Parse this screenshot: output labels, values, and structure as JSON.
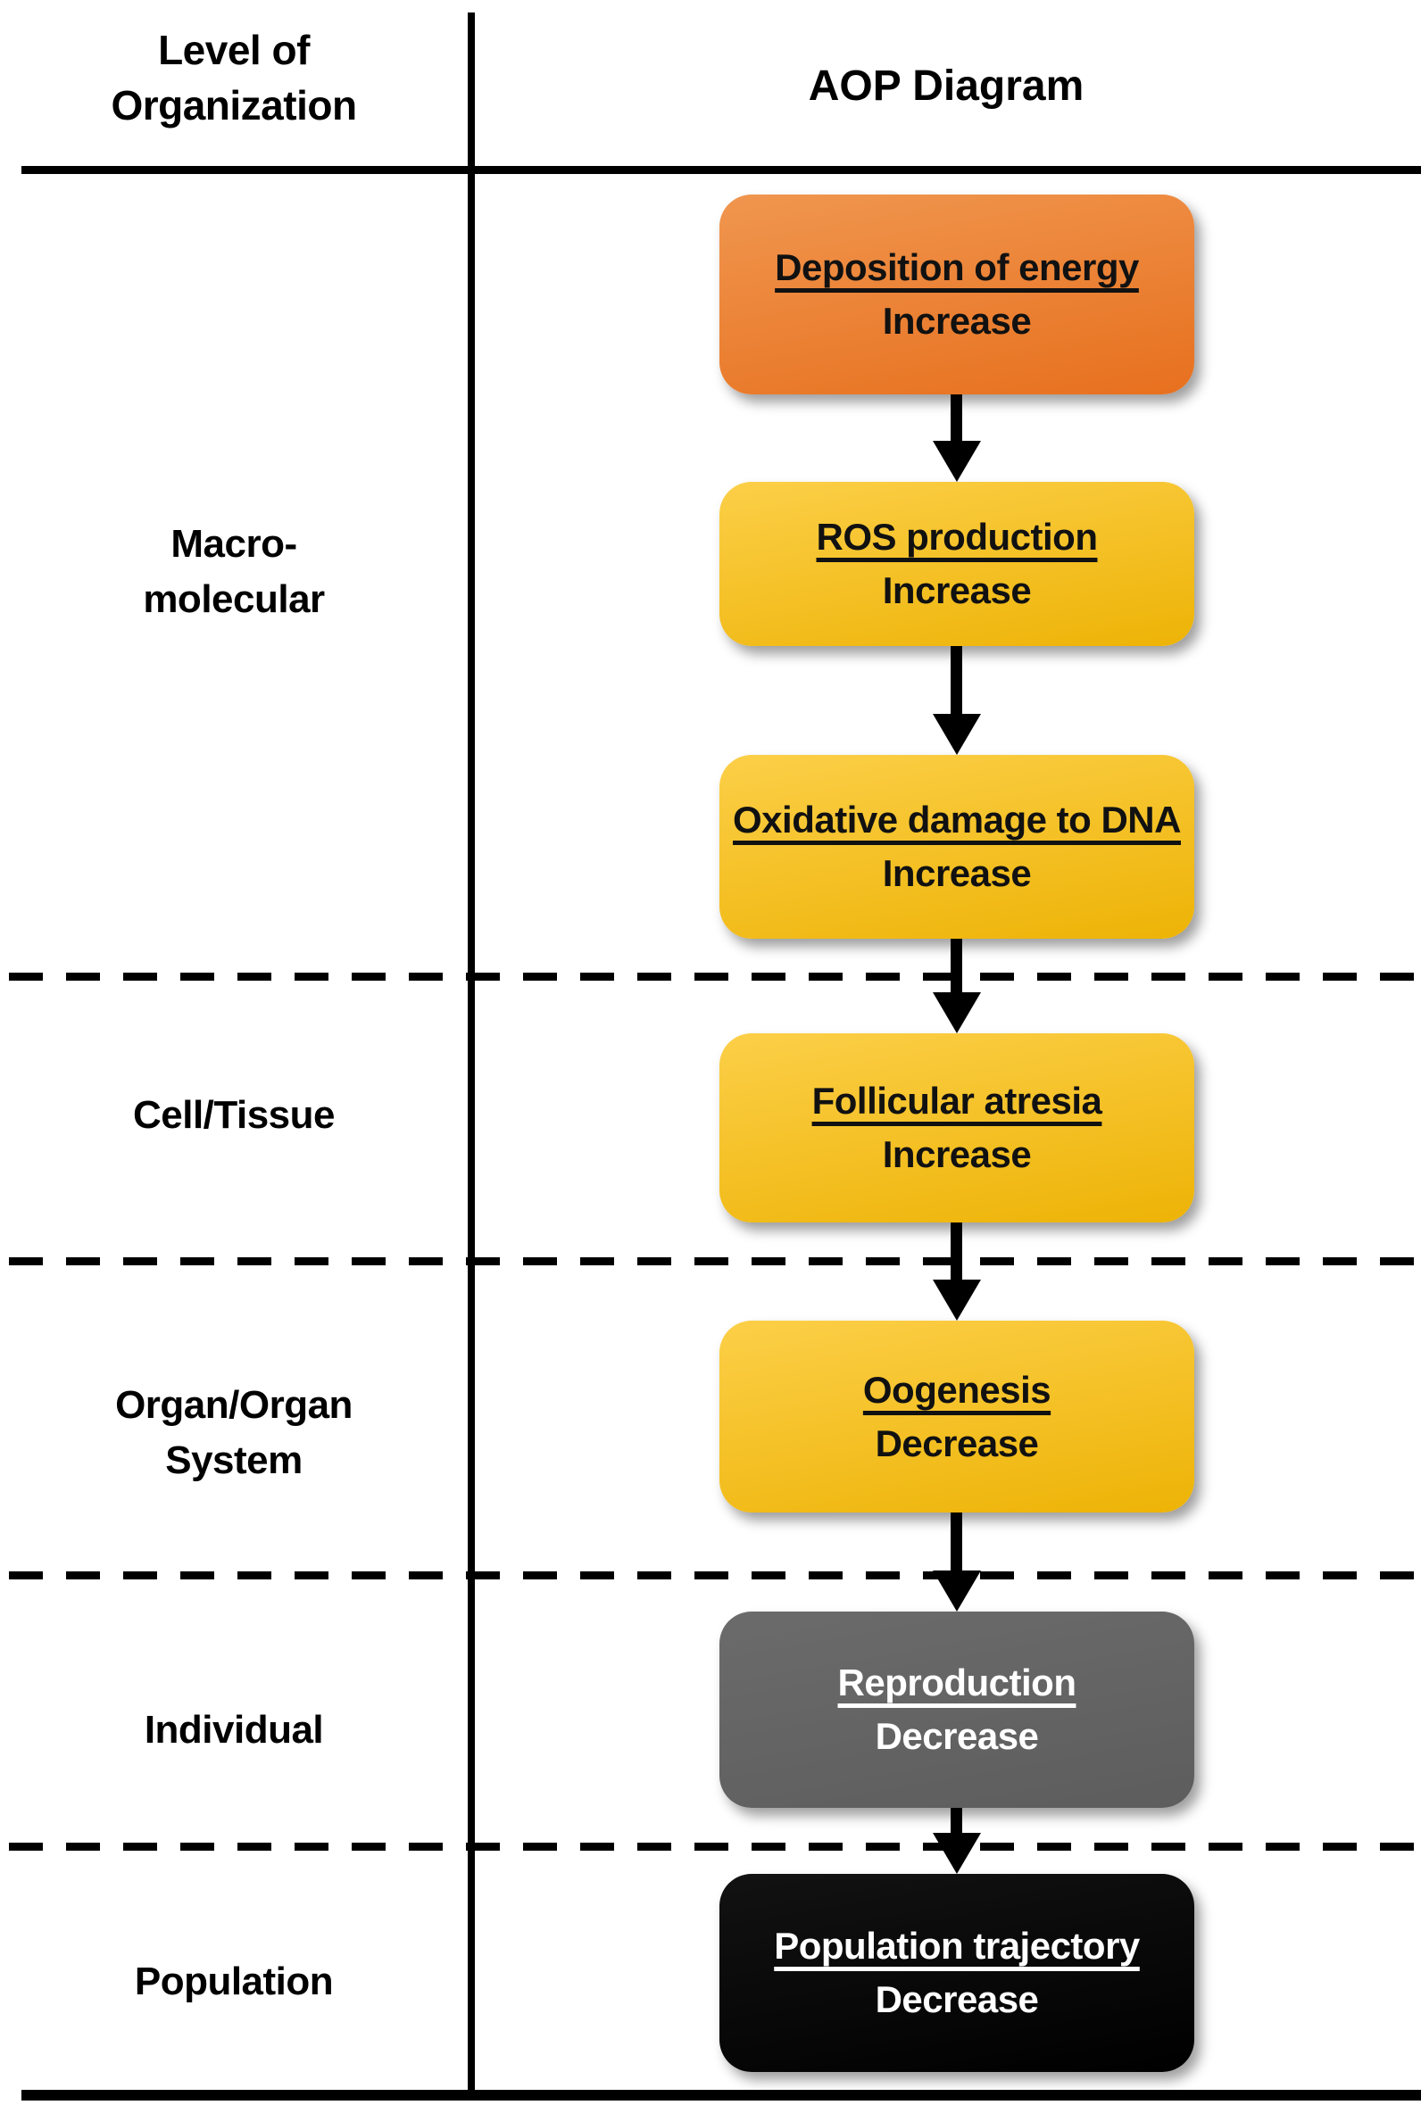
{
  "header": {
    "left_title_lines": [
      "Level of",
      "Organization"
    ],
    "right_title": "AOP Diagram"
  },
  "levels": [
    {
      "lines": [
        "Macro-",
        "molecular"
      ]
    },
    {
      "lines": [
        "Cell/Tissue"
      ]
    },
    {
      "lines": [
        "Organ/Organ",
        "System"
      ]
    },
    {
      "lines": [
        "Individual"
      ]
    },
    {
      "lines": [
        "Population"
      ]
    }
  ],
  "boxes": [
    {
      "title": "Deposition of energy",
      "direction": "Increase",
      "fill_top": "#F0964F",
      "fill_bottom": "#E7701E",
      "text_color": "#111111"
    },
    {
      "title": "ROS production",
      "direction": "Increase",
      "fill_top": "#FCCF48",
      "fill_bottom": "#EDB306",
      "text_color": "#111111"
    },
    {
      "title": "Oxidative damage to DNA",
      "direction": "Increase",
      "fill_top": "#FCCF48",
      "fill_bottom": "#EDB306",
      "text_color": "#111111"
    },
    {
      "title": "Follicular atresia",
      "direction": "Increase",
      "fill_top": "#FCCF48",
      "fill_bottom": "#EDB306",
      "text_color": "#111111"
    },
    {
      "title": "Oogenesis",
      "direction": "Decrease",
      "fill_top": "#FCCF48",
      "fill_bottom": "#EDB306",
      "text_color": "#111111"
    },
    {
      "title": "Reproduction",
      "direction": "Decrease",
      "fill_top": "#6B6B6B",
      "fill_bottom": "#5D5D5D",
      "text_color": "#FFFFFF"
    },
    {
      "title": "Population trajectory",
      "direction": "Decrease",
      "fill_top": "#121212",
      "fill_bottom": "#000000",
      "text_color": "#FFFFFF"
    }
  ],
  "colors": {
    "background": "#FFFFFF",
    "line_color": "#000000"
  }
}
